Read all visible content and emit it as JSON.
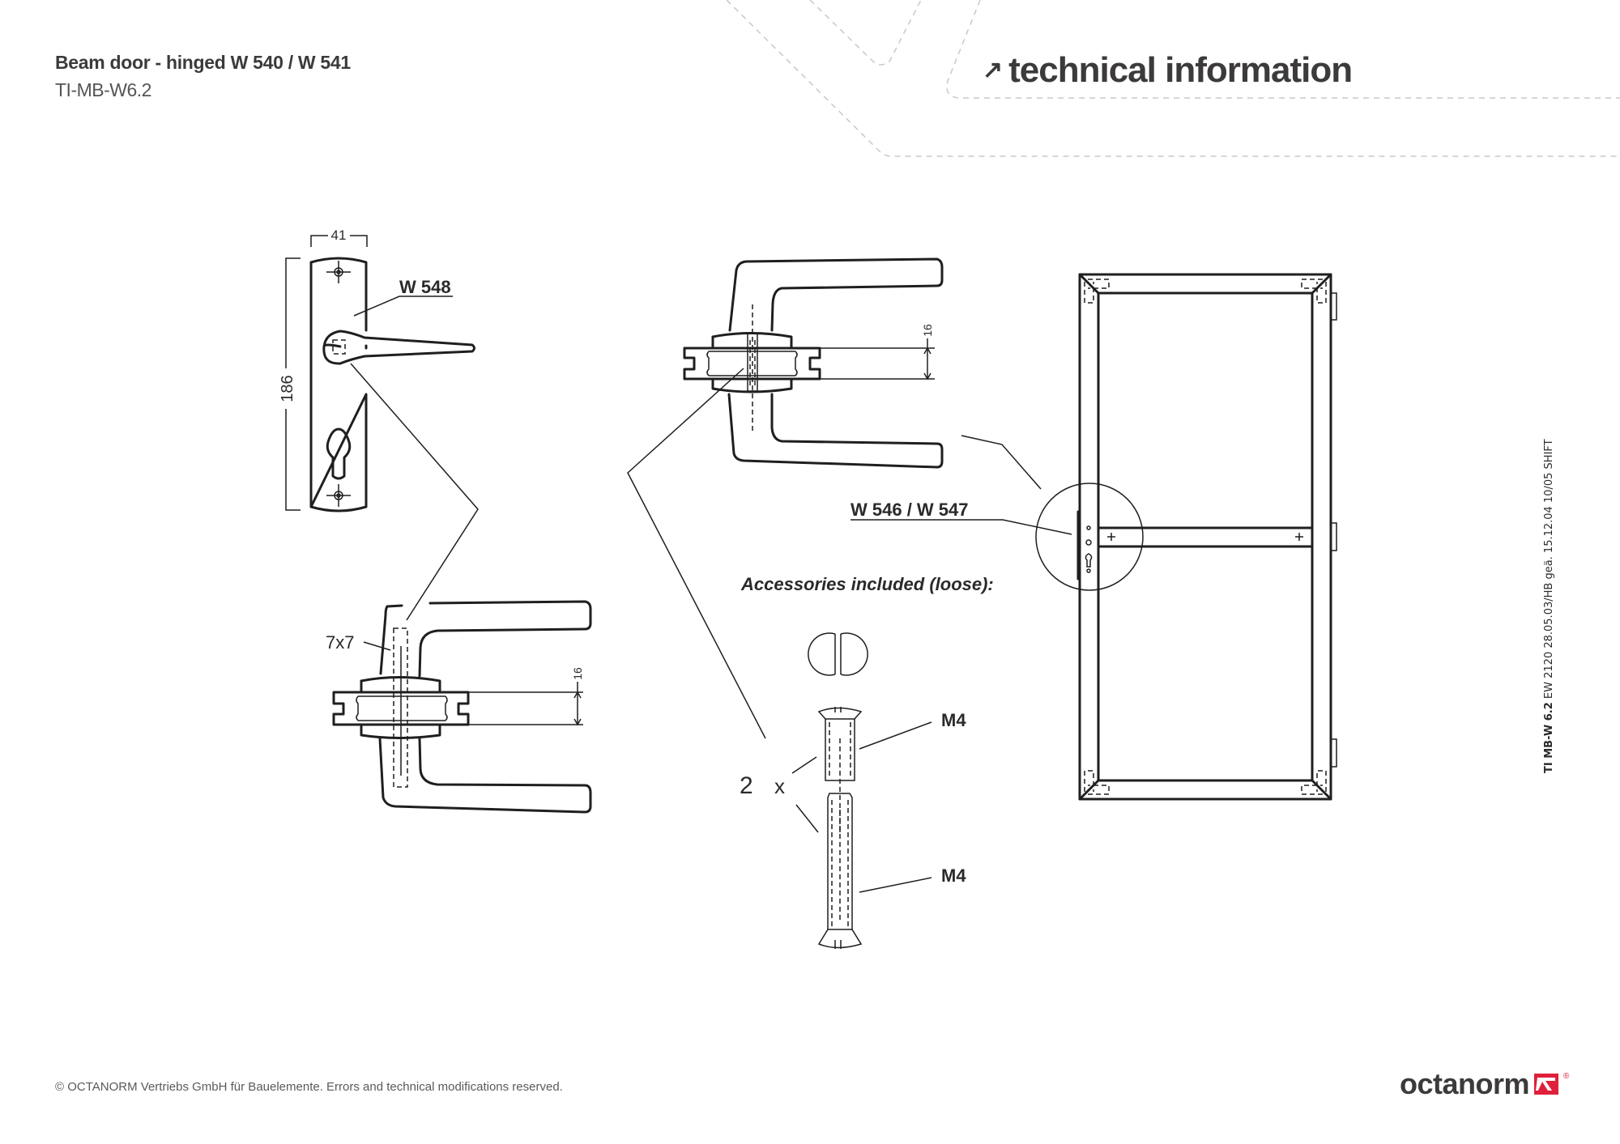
{
  "header": {
    "title": "Beam door - hinged W 540 / W 541",
    "code": "TI-MB-W6.2",
    "section_arrow": "↗",
    "section_title": "technical information"
  },
  "drawing": {
    "plate": {
      "width_dim": "41",
      "height_dim": "186",
      "label": "W 548"
    },
    "lower_assembly": {
      "square_label": "7x7",
      "profile_dim": "16"
    },
    "upper_assembly": {
      "profile_dim": "16"
    },
    "door": {
      "label": "W 546 / W 547"
    },
    "accessories": {
      "title": "Accessories included (loose):",
      "quantity": "2",
      "times": "x",
      "screw_top_label": "M4",
      "screw_bottom_label": "M4"
    }
  },
  "side_note": {
    "bold": "TI MB-W 6.2",
    "text": " EW 2120 28.05.03/HB geä. 15.12.04 10/05 SHIFT"
  },
  "footer": {
    "copyright": "© OCTANORM Vertriebs GmbH für Bauelemente. Errors and technical modifications reserved.",
    "brand": "octanorm",
    "brand_reg": "®"
  },
  "colors": {
    "text": "#3c3a3a",
    "brand_red": "#e0203a",
    "decor_dash": "#c8c8c8"
  }
}
